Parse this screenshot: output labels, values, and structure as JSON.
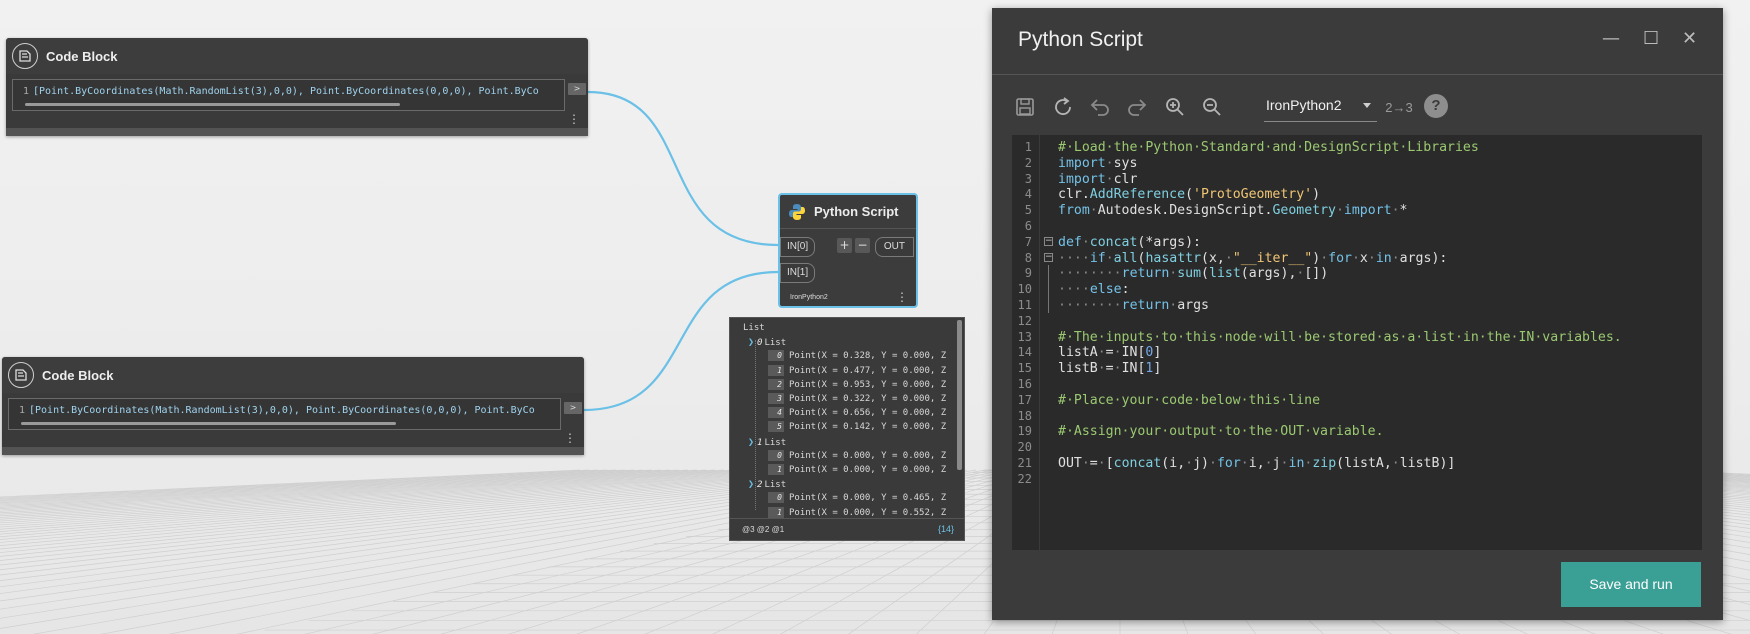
{
  "canvas": {
    "code_block_1": {
      "title": "Code Block",
      "line_number": "1",
      "code": "[Point.ByCoordinates(Math.RandomList(3),0,0), Point.ByCoordinates(0,0,0), Point.ByCo",
      "output_port": ">",
      "menu": "⋮"
    },
    "code_block_2": {
      "title": "Code Block",
      "line_number": "1",
      "code": "[Point.ByCoordinates(Math.RandomList(3),0,0), Point.ByCoordinates(0,0,0), Point.ByCo",
      "output_port": ">",
      "menu": "⋮"
    },
    "python_node": {
      "title": "Python Script",
      "inputs": [
        "IN[0]",
        "IN[1]"
      ],
      "output": "OUT",
      "add_label": "+",
      "remove_label": "−",
      "engine": "IronPython2",
      "menu": "⋮"
    },
    "preview": {
      "root_label": "List",
      "groups": [
        {
          "index": "0",
          "label": "List",
          "items": [
            {
              "index": "0",
              "value": "Point(X = 0.328, Y = 0.000, Z"
            },
            {
              "index": "1",
              "value": "Point(X = 0.477, Y = 0.000, Z"
            },
            {
              "index": "2",
              "value": "Point(X = 0.953, Y = 0.000, Z"
            },
            {
              "index": "3",
              "value": "Point(X = 0.322, Y = 0.000, Z"
            },
            {
              "index": "4",
              "value": "Point(X = 0.656, Y = 0.000, Z"
            },
            {
              "index": "5",
              "value": "Point(X = 0.142, Y = 0.000, Z"
            }
          ]
        },
        {
          "index": "1",
          "label": "List",
          "items": [
            {
              "index": "0",
              "value": "Point(X = 0.000, Y = 0.000, Z"
            },
            {
              "index": "1",
              "value": "Point(X = 0.000, Y = 0.000, Z"
            }
          ]
        },
        {
          "index": "2",
          "label": "List",
          "items": [
            {
              "index": "0",
              "value": "Point(X = 0.000, Y = 0.465, Z"
            },
            {
              "index": "1",
              "value": "Point(X = 0.000, Y = 0.552, Z"
            }
          ]
        }
      ],
      "levels": "@3 @2 @1",
      "count": "{14}"
    }
  },
  "editor_window": {
    "title": "Python Script",
    "controls": {
      "minimize": "—",
      "maximize": "☐",
      "close": "✕"
    },
    "toolbar": {
      "icons": [
        "save-icon",
        "run-icon",
        "undo-icon",
        "redo-icon",
        "zoom-in-icon",
        "zoom-out-icon",
        "convert-icon",
        "help-icon"
      ],
      "engine": "IronPython2",
      "convert_label": "2→3",
      "help_label": "?"
    },
    "code_lines": [
      "# Load the Python Standard and DesignScript Libraries",
      "import sys",
      "import clr",
      "clr.AddReference('ProtoGeometry')",
      "from Autodesk.DesignScript.Geometry import *",
      "",
      "def concat(*args):",
      "    if all(hasattr(x, \"__iter__\") for x in args):",
      "        return sum(list(args), [])",
      "    else:",
      "        return args",
      "",
      "# The inputs to this node will be stored as a list in the IN variables.",
      "listA = IN[0]",
      "listB = IN[1]",
      "",
      "# Place your code below this line",
      "",
      "# Assign your output to the OUT variable.",
      "",
      "OUT = [concat(i, j) for i, j in zip(listA, listB)]",
      ""
    ],
    "save_run_label": "Save and run"
  },
  "colors": {
    "accent": "#3a9f95",
    "wire": "#6ac0e6",
    "comment": "#9bc971",
    "keyword": "#74c2e8",
    "string": "#f0c674"
  }
}
